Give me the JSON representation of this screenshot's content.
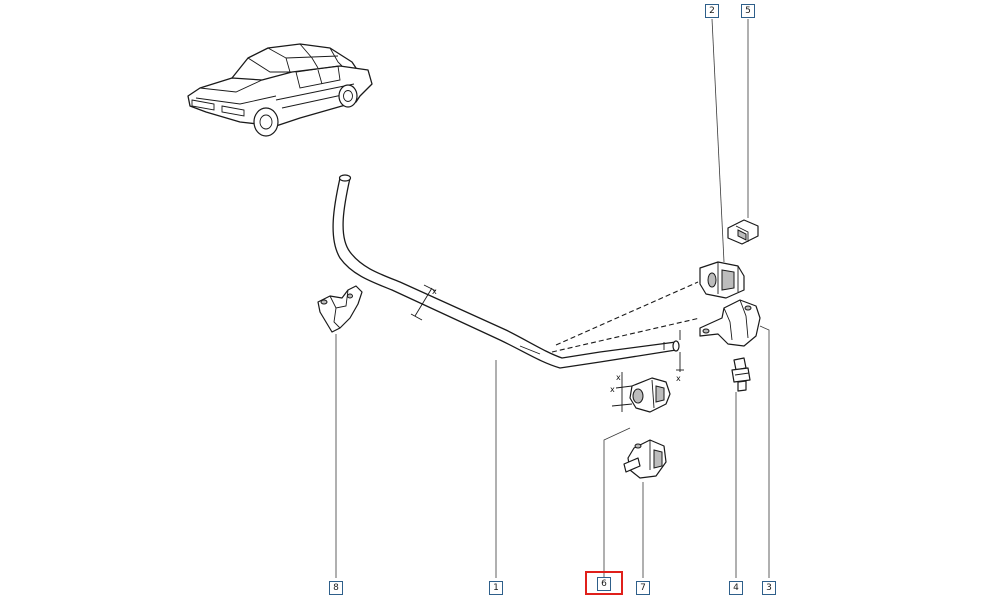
{
  "callouts": [
    {
      "id": "1",
      "label": "1"
    },
    {
      "id": "2",
      "label": "2"
    },
    {
      "id": "3",
      "label": "3"
    },
    {
      "id": "4",
      "label": "4"
    },
    {
      "id": "5",
      "label": "5"
    },
    {
      "id": "6",
      "label": "6",
      "highlighted": true
    },
    {
      "id": "7",
      "label": "7"
    },
    {
      "id": "8",
      "label": "8"
    }
  ],
  "dimension_marks": [
    "x",
    "x",
    "x",
    "x"
  ],
  "colors": {
    "line": "#1a1a1a",
    "leader": "#3a3a3a",
    "callout_border": "#2e5f8a",
    "highlight": "#e0201b"
  }
}
